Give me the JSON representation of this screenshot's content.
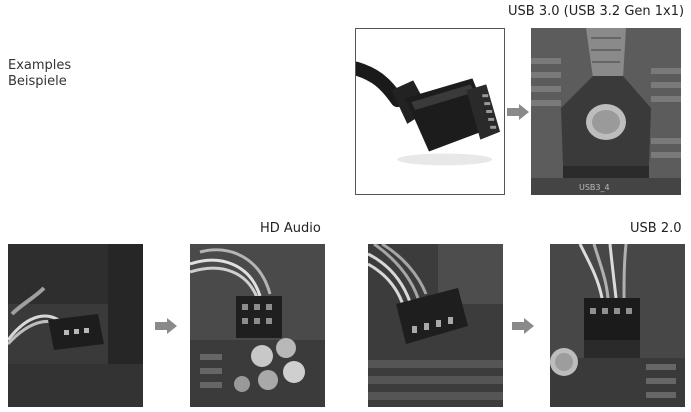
{
  "intro": {
    "line1": "Examples",
    "line2": "Beispiele"
  },
  "labels": {
    "usb3": "USB 3.0  (USB 3.2 Gen 1x1)",
    "hd_audio": "HD Audio",
    "usb2": "USB 2.0"
  },
  "images": {
    "usb3_cable": "usb3-cable-photo",
    "usb3_header": "usb3-header-photo",
    "hd_audio_cable": "hd-audio-cable-photo",
    "hd_audio_header": "hd-audio-header-photo",
    "usb2_cable": "usb2-cable-photo",
    "usb2_header": "usb2-header-photo"
  },
  "colors": {
    "arrow": "#8a8a8a",
    "frame": "#555555"
  }
}
